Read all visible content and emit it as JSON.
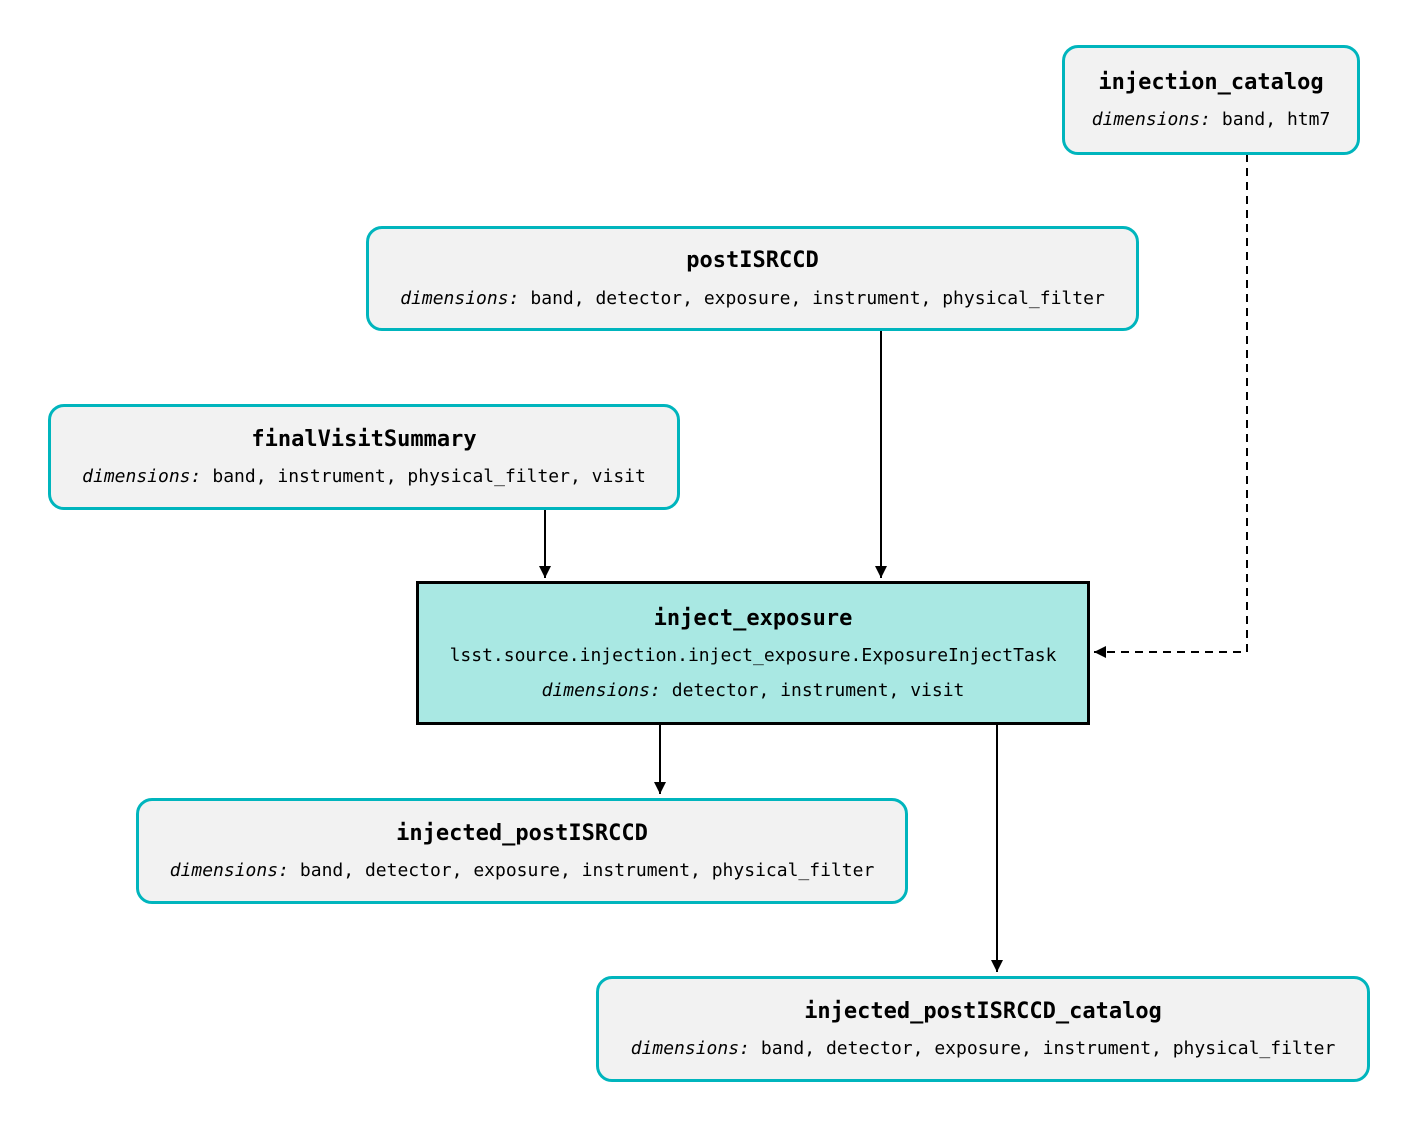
{
  "nodes": {
    "injection_catalog": {
      "title": "injection_catalog",
      "dims_label": "dimensions:",
      "dims": "band, htm7"
    },
    "postISRCCD": {
      "title": "postISRCCD",
      "dims_label": "dimensions:",
      "dims": "band, detector, exposure, instrument, physical_filter"
    },
    "finalVisitSummary": {
      "title": "finalVisitSummary",
      "dims_label": "dimensions:",
      "dims": "band, instrument, physical_filter, visit"
    },
    "inject_exposure": {
      "title": "inject_exposure",
      "task_class": "lsst.source.injection.inject_exposure.ExposureInjectTask",
      "dims_label": "dimensions:",
      "dims": "detector, instrument, visit"
    },
    "injected_postISRCCD": {
      "title": "injected_postISRCCD",
      "dims_label": "dimensions:",
      "dims": "band, detector, exposure, instrument, physical_filter"
    },
    "injected_postISRCCD_catalog": {
      "title": "injected_postISRCCD_catalog",
      "dims_label": "dimensions:",
      "dims": "band, detector, exposure, instrument, physical_filter"
    }
  },
  "edges": [
    {
      "from": "postISRCCD",
      "to": "inject_exposure",
      "style": "solid"
    },
    {
      "from": "finalVisitSummary",
      "to": "inject_exposure",
      "style": "solid"
    },
    {
      "from": "injection_catalog",
      "to": "inject_exposure",
      "style": "dashed"
    },
    {
      "from": "inject_exposure",
      "to": "injected_postISRCCD",
      "style": "solid"
    },
    {
      "from": "inject_exposure",
      "to": "injected_postISRCCD_catalog",
      "style": "solid"
    }
  ],
  "colors": {
    "dataset_border": "#00b5bd",
    "dataset_fill": "#f2f2f2",
    "task_fill": "#a9e8e3",
    "task_border": "#000000",
    "edge": "#000000",
    "background": "#ffffff"
  }
}
